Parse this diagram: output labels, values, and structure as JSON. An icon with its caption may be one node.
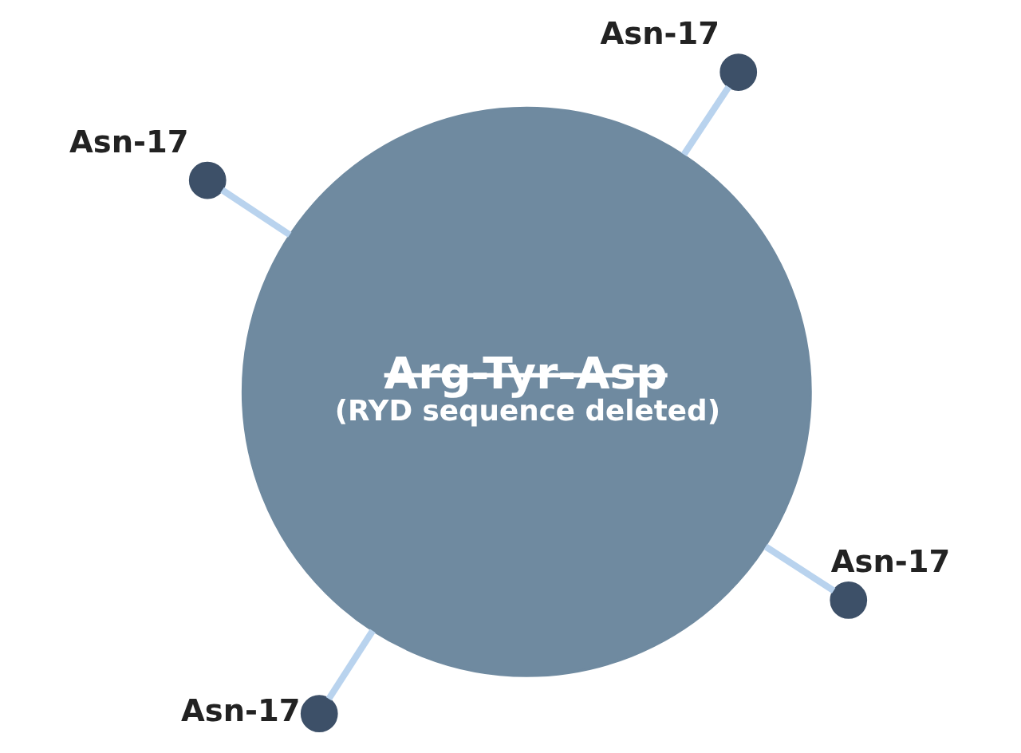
{
  "diagram": {
    "nodes": [
      {
        "text": [
          "Arg-Tyr-Asp",
          "(RYD sequence deleted)"
        ]
      },
      {
        "text": [],
        "shape": "circle",
        "beside": [
          "Asn-17"
        ]
      },
      {
        "text": [],
        "shape": "circle",
        "beside": [
          "Asn-17"
        ]
      },
      {
        "text": [],
        "shape": "circle",
        "beside": [
          "Asn-17"
        ]
      },
      {
        "text": [],
        "shape": "circle",
        "beside": [
          "Asn-17"
        ]
      }
    ],
    "edges": [
      {
        "from": 0,
        "to": 1,
        "arrow": "none"
      },
      {
        "from": 0,
        "to": 2,
        "arrow": "none"
      },
      {
        "from": 0,
        "to": 3,
        "arrow": "none"
      },
      {
        "from": 0,
        "to": 4,
        "arrow": "none"
      }
    ]
  }
}
